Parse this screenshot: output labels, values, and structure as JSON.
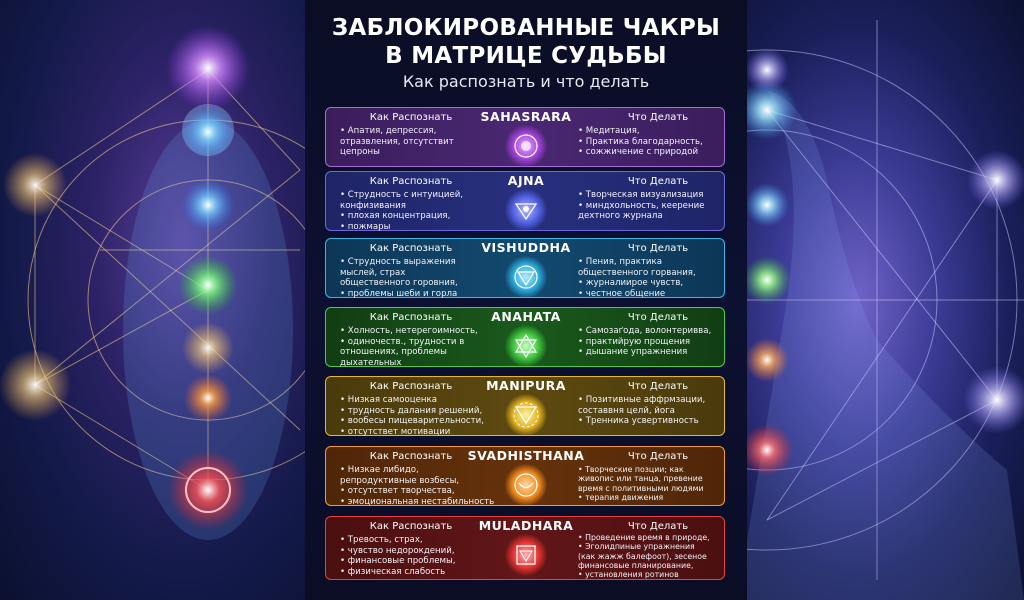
{
  "title": {
    "line1": "ЗАБЛОКИРОВАННЫЕ ЧАКРЫ",
    "line2": "В МАТРИЦЕ СУДЬБЫ"
  },
  "subtitle": "Как распознать и что делать",
  "chakras": [
    {
      "name": "SAHASRARA",
      "left_header": "Как Распознать",
      "right_header": "Что Делать",
      "color": "#9b59d0",
      "signs": [
        "• Апатия, депрессия,",
        "отразвления, отсутствит",
        "цепроны"
      ],
      "actions": [
        "• Медитация,",
        "• Практика благодарность,",
        "• сожжичение с природой"
      ]
    },
    {
      "name": "AJNA",
      "left_header": "Как Распознать",
      "right_header": "Что Делать",
      "color": "#5c5cd6",
      "signs": [
        "• Струдность с интуицией,",
        "конфизивания",
        "• плохая концентрация,",
        "• пожмары"
      ],
      "actions": [
        "• Творческая визуализация",
        "• миндхольность, кеерение",
        "дехтного журнала"
      ]
    },
    {
      "name": "VISHUDDHA",
      "left_header": "Как Распознать",
      "right_header": "Что Делать",
      "color": "#2aa7d8",
      "signs": [
        "• Струдность выражения",
        "мыслей, страх",
        "общественного горовния,",
        "• проблемы шеби и горла"
      ],
      "actions": [
        "• Пения, практика",
        "общественного горвания,",
        "• журналиирое чувств,",
        "• честное общение"
      ]
    },
    {
      "name": "ANAHATA",
      "left_header": "Как Распознать",
      "right_header": "Что Делать",
      "color": "#3cbf3c",
      "signs": [
        "• Холность, нетерегоимность,",
        "• одиночеств., трудности в",
        "отношениях, проблемы",
        "дыхательных"
      ],
      "actions": [
        "• Самозаґода, волонтеривва,",
        "• практийрую прощения",
        "• дышание упражнения"
      ]
    },
    {
      "name": "MANIPURA",
      "left_header": "Как Распознать",
      "right_header": "Что Делать",
      "color": "#e0b020",
      "signs": [
        "• Низкая самооценка",
        "• трудность далания решений,",
        "• вообесы пищеварительности,",
        "• отсутствет мотивации"
      ],
      "actions": [
        "• Позитивные аффрмзации,",
        "составвня целй, йога",
        "• Тренника усвертивность"
      ]
    },
    {
      "name": "SVADHISTHANA",
      "left_header": "Как Распознать",
      "right_header": "Что Делать",
      "color": "#f08a1c",
      "signs": [
        "• Низкае либидо,",
        "репродуктивные возбесы,",
        "• отсутствет творчества,",
        "• эмоциональная нестабильность"
      ],
      "actions": [
        "• Творческие позции; как",
        "живопис или танца, превение",
        "время с политивными людями",
        "• терапия движения"
      ]
    },
    {
      "name": "MULADHARA",
      "left_header": "Как Распознать",
      "right_header": "Что Делать",
      "color": "#e0322e",
      "signs": [
        "• Тревость, страх,",
        "• чувство недорокдений,",
        "• финансовые проблемы,",
        "• физическая слабость"
      ],
      "actions": [
        "• Проведение время в природе,",
        "• Эголидпиные упражнения",
        "(как жажж балефоот), зесеное",
        "финансовые планирование,",
        "• установления ротинов"
      ]
    }
  ]
}
